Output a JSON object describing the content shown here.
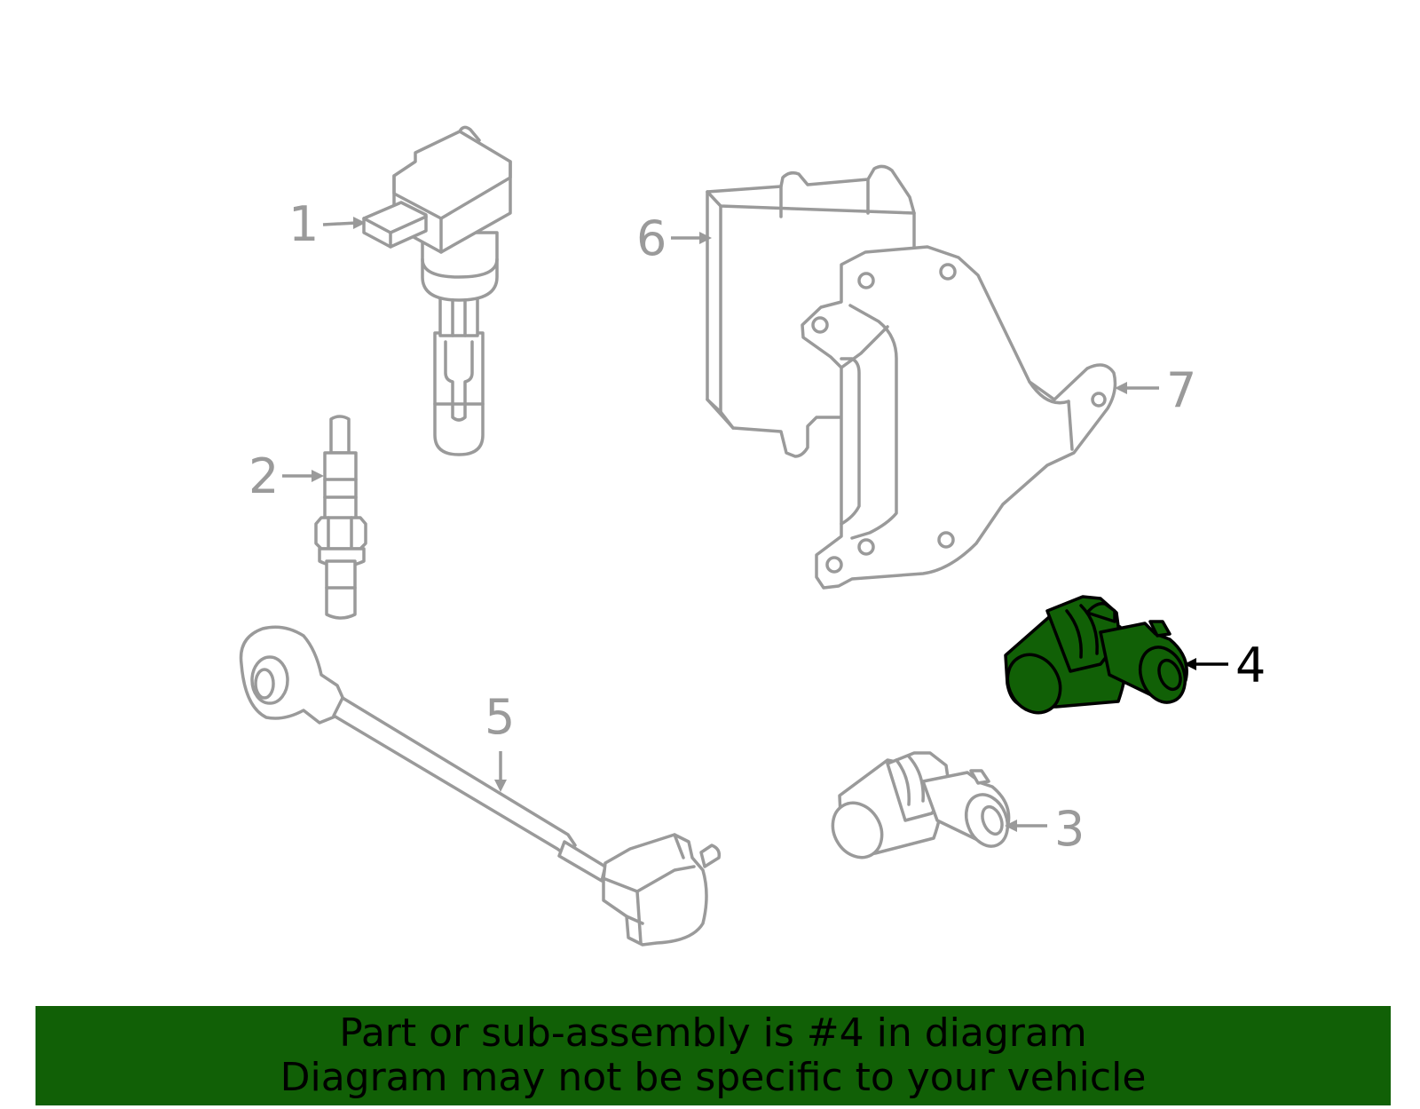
{
  "colors": {
    "part_outline": "#9a9a9a",
    "highlight_fill": "#116006",
    "highlight_stroke": "#000000",
    "banner_bg": "#116006",
    "banner_text": "#000000",
    "background": "#ffffff"
  },
  "diagram": {
    "highlighted_part": "4",
    "callouts": [
      {
        "id": "1",
        "label": "1",
        "highlighted": false
      },
      {
        "id": "2",
        "label": "2",
        "highlighted": false
      },
      {
        "id": "3",
        "label": "3",
        "highlighted": false
      },
      {
        "id": "4",
        "label": "4",
        "highlighted": true
      },
      {
        "id": "5",
        "label": "5",
        "highlighted": false
      },
      {
        "id": "6",
        "label": "6",
        "highlighted": false
      },
      {
        "id": "7",
        "label": "7",
        "highlighted": false
      }
    ]
  },
  "banner": {
    "line1": "Part or sub-assembly is #4 in diagram",
    "line2": "Diagram may not be specific to your vehicle"
  }
}
